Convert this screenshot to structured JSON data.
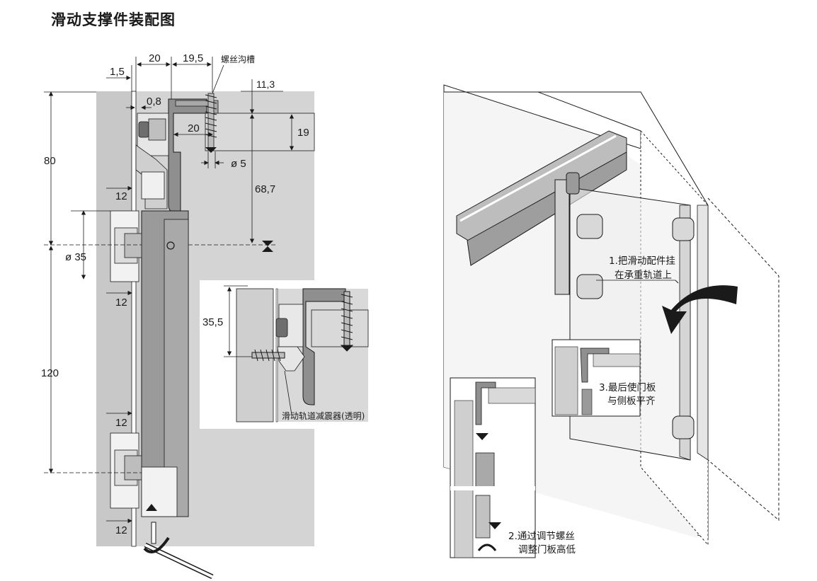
{
  "title": "滑动支撑件装配图",
  "left_drawing": {
    "dim_top_1": "1,5",
    "dim_top_2": "20",
    "dim_top_3": "19,5",
    "label_screw_groove": "螺丝沟槽",
    "dim_11_3": "11,3",
    "dim_0_8": "0,8",
    "dim_inner_20": "20",
    "dim_19": "19",
    "dim_d5": "ø 5",
    "dim_80": "80",
    "dim_68_7": "68,7",
    "dim_d35": "ø 35",
    "dim_120": "120",
    "dim_12_a": "12",
    "dim_12_b": "12",
    "dim_12_c": "12",
    "dim_12_d": "12"
  },
  "detail_drawing": {
    "dim_35_5": "35,5",
    "label_damper": "滑动轨道减震器(透明)"
  },
  "right_drawing": {
    "step1_line1": "1.把滑动配件挂",
    "step1_line2": "在承重轨道上",
    "step2_line1": "2.通过调节螺丝",
    "step2_line2": "调整门板高低",
    "step3_line1": "3.最后使门板",
    "step3_line2": "与侧板平齐"
  },
  "colors": {
    "panel_gray": "#c9c9c9",
    "dark_gray": "#8f8f8f",
    "line": "#1a1a1a"
  }
}
